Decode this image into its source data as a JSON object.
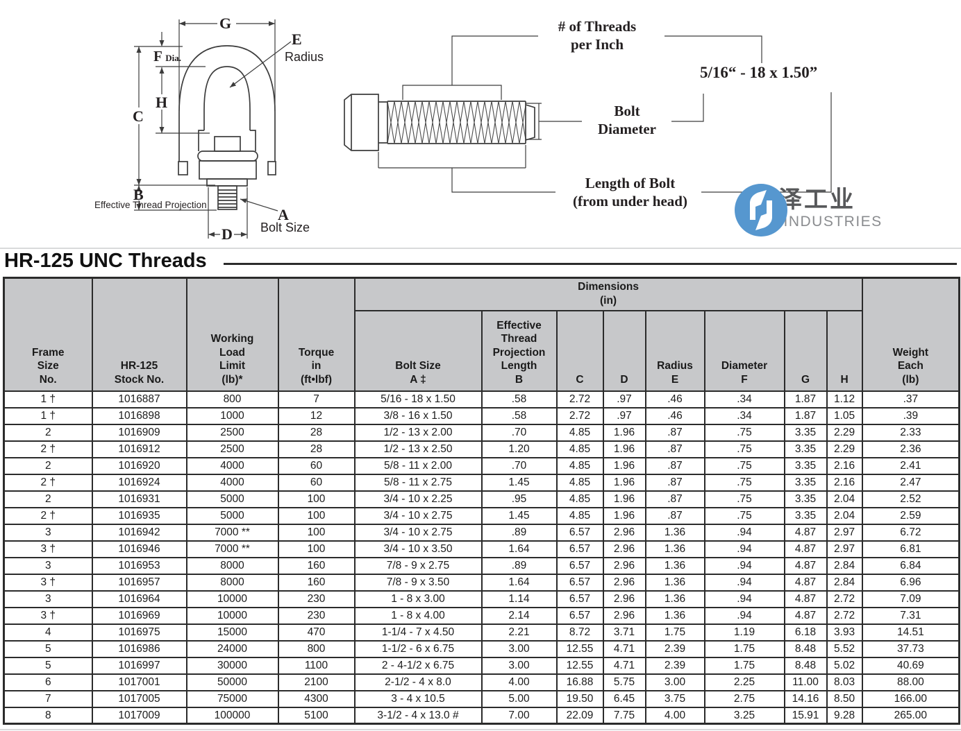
{
  "diagram": {
    "ring": {
      "g": "G",
      "e": "E",
      "radius": "Radius",
      "f": "F",
      "dia": "Dia.",
      "h": "H",
      "c": "C",
      "b": "B",
      "effective_thread_projection": "Effective Thread Projection",
      "a": "A",
      "bolt_size": "Bolt Size",
      "d": "D"
    },
    "bolt": {
      "threads_per_inch": "# of Threads\nper Inch",
      "spec": "5/16“ - 18 x 1.50”",
      "bolt_diameter": "Bolt\nDiameter",
      "length_of_bolt": "Length of Bolt\n(from under head)"
    }
  },
  "logo": {
    "cn": "爱泽工业",
    "en": "IZE INDUSTRIES",
    "circle_color": "#5697cf"
  },
  "section_title": "HR-125 UNC Threads",
  "table": {
    "headers": {
      "frame": "Frame\nSize\nNo.",
      "stock": "HR-125\nStock No.",
      "wll": "Working\nLoad\nLimit\n(lb)*",
      "torque": "Torque\nin\n(ft•lbf)",
      "dimensions": "Dimensions\n(in)",
      "bolt_size": "Bolt Size\nA ‡",
      "b": "Effective\nThread\nProjection\nLength\nB",
      "c": "C",
      "d": "D",
      "e": "Radius\nE",
      "f": "Diameter\nF",
      "g": "G",
      "h": "H",
      "weight": "Weight\nEach\n(lb)"
    },
    "column_keys": [
      "frame-size",
      "stock-no",
      "working-load-limit",
      "torque",
      "bolt-size-a",
      "thread-projection-b",
      "dim-c",
      "dim-d",
      "radius-e",
      "diameter-f",
      "dim-g",
      "dim-h",
      "weight"
    ],
    "rows": [
      [
        "1 †",
        "1016887",
        "800",
        "7",
        "5/16 - 18 x 1.50",
        ".58",
        "2.72",
        ".97",
        ".46",
        ".34",
        "1.87",
        "1.12",
        ".37"
      ],
      [
        "1 †",
        "1016898",
        "1000",
        "12",
        "3/8 - 16 x 1.50",
        ".58",
        "2.72",
        ".97",
        ".46",
        ".34",
        "1.87",
        "1.05",
        ".39"
      ],
      [
        "2",
        "1016909",
        "2500",
        "28",
        "1/2 - 13 x 2.00",
        ".70",
        "4.85",
        "1.96",
        ".87",
        ".75",
        "3.35",
        "2.29",
        "2.33"
      ],
      [
        "2 †",
        "1016912",
        "2500",
        "28",
        "1/2 - 13 x 2.50",
        "1.20",
        "4.85",
        "1.96",
        ".87",
        ".75",
        "3.35",
        "2.29",
        "2.36"
      ],
      [
        "2",
        "1016920",
        "4000",
        "60",
        "5/8 - 11 x 2.00",
        ".70",
        "4.85",
        "1.96",
        ".87",
        ".75",
        "3.35",
        "2.16",
        "2.41"
      ],
      [
        "2 †",
        "1016924",
        "4000",
        "60",
        "5/8 - 11 x 2.75",
        "1.45",
        "4.85",
        "1.96",
        ".87",
        ".75",
        "3.35",
        "2.16",
        "2.47"
      ],
      [
        "2",
        "1016931",
        "5000",
        "100",
        "3/4 - 10 x 2.25",
        ".95",
        "4.85",
        "1.96",
        ".87",
        ".75",
        "3.35",
        "2.04",
        "2.52"
      ],
      [
        "2 †",
        "1016935",
        "5000",
        "100",
        "3/4 - 10 x 2.75",
        "1.45",
        "4.85",
        "1.96",
        ".87",
        ".75",
        "3.35",
        "2.04",
        "2.59"
      ],
      [
        "3",
        "1016942",
        "7000 **",
        "100",
        "3/4 - 10 x 2.75",
        ".89",
        "6.57",
        "2.96",
        "1.36",
        ".94",
        "4.87",
        "2.97",
        "6.72"
      ],
      [
        "3 †",
        "1016946",
        "7000 **",
        "100",
        "3/4 - 10 x 3.50",
        "1.64",
        "6.57",
        "2.96",
        "1.36",
        ".94",
        "4.87",
        "2.97",
        "6.81"
      ],
      [
        "3",
        "1016953",
        "8000",
        "160",
        "7/8 - 9 x 2.75",
        ".89",
        "6.57",
        "2.96",
        "1.36",
        ".94",
        "4.87",
        "2.84",
        "6.84"
      ],
      [
        "3 †",
        "1016957",
        "8000",
        "160",
        "7/8 - 9 x 3.50",
        "1.64",
        "6.57",
        "2.96",
        "1.36",
        ".94",
        "4.87",
        "2.84",
        "6.96"
      ],
      [
        "3",
        "1016964",
        "10000",
        "230",
        "1 - 8 x 3.00",
        "1.14",
        "6.57",
        "2.96",
        "1.36",
        ".94",
        "4.87",
        "2.72",
        "7.09"
      ],
      [
        "3 †",
        "1016969",
        "10000",
        "230",
        "1 - 8 x 4.00",
        "2.14",
        "6.57",
        "2.96",
        "1.36",
        ".94",
        "4.87",
        "2.72",
        "7.31"
      ],
      [
        "4",
        "1016975",
        "15000",
        "470",
        "1-1/4 - 7 x 4.50",
        "2.21",
        "8.72",
        "3.71",
        "1.75",
        "1.19",
        "6.18",
        "3.93",
        "14.51"
      ],
      [
        "5",
        "1016986",
        "24000",
        "800",
        "1-1/2 - 6 x 6.75",
        "3.00",
        "12.55",
        "4.71",
        "2.39",
        "1.75",
        "8.48",
        "5.52",
        "37.73"
      ],
      [
        "5",
        "1016997",
        "30000",
        "1100",
        "2 - 4-1/2 x 6.75",
        "3.00",
        "12.55",
        "4.71",
        "2.39",
        "1.75",
        "8.48",
        "5.02",
        "40.69"
      ],
      [
        "6",
        "1017001",
        "50000",
        "2100",
        "2-1/2 - 4 x 8.0",
        "4.00",
        "16.88",
        "5.75",
        "3.00",
        "2.25",
        "11.00",
        "8.03",
        "88.00"
      ],
      [
        "7",
        "1017005",
        "75000",
        "4300",
        "3 - 4 x 10.5",
        "5.00",
        "19.50",
        "6.45",
        "3.75",
        "2.75",
        "14.16",
        "8.50",
        "166.00"
      ],
      [
        "8",
        "1017009",
        "100000",
        "5100",
        "3-1/2 - 4 x 13.0 #",
        "7.00",
        "22.09",
        "7.75",
        "4.00",
        "3.25",
        "15.91",
        "9.28",
        "265.00"
      ]
    ]
  }
}
